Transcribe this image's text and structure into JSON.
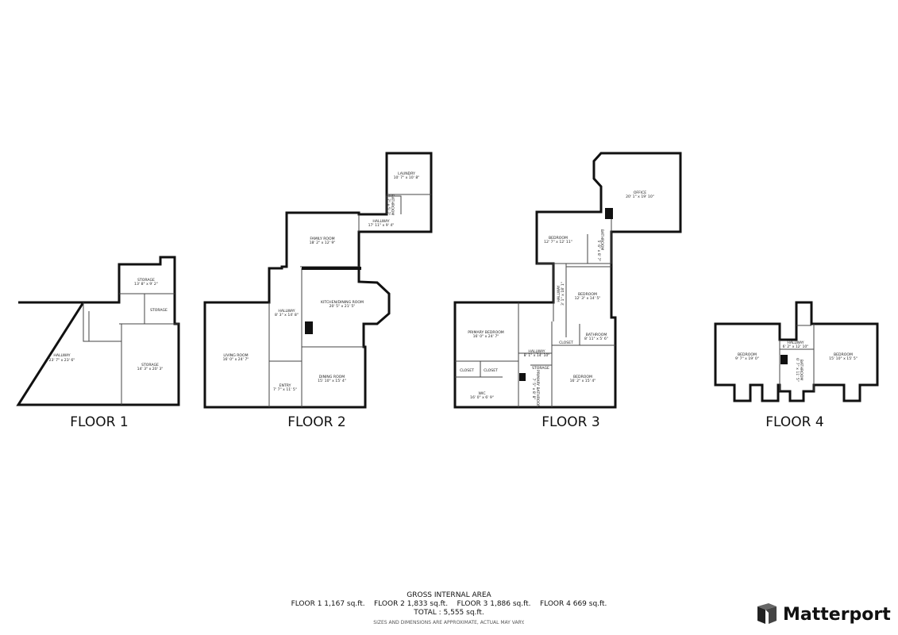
{
  "floors": [
    {
      "title": "FLOOR 1",
      "rooms": [
        {
          "name": "HALLWAY",
          "dims": "23' 7\" x 23' 6\""
        },
        {
          "name": "STORAGE",
          "dims": "13' 8\" x 9' 2\""
        },
        {
          "name": "STORAGE",
          "dims": ""
        },
        {
          "name": "STORAGE",
          "dims": "14' 3\" x 20' 3\""
        }
      ]
    },
    {
      "title": "FLOOR 2",
      "rooms": [
        {
          "name": "LAUNDRY",
          "dims": "10' 7\" x 10' 8\""
        },
        {
          "name": "BATHROOM",
          "dims": "5' 7\" x 5' 7\""
        },
        {
          "name": "HALLWAY",
          "dims": "17' 11\" x 9' 4\""
        },
        {
          "name": "FAMILY ROOM",
          "dims": "18' 2\" x 12' 9\""
        },
        {
          "name": "KITCHEN/DINING ROOM",
          "dims": "20' 5\" x 21' 5\""
        },
        {
          "name": "HALLWAY",
          "dims": "8' 3\" x 14' 8\""
        },
        {
          "name": "LIVING ROOM",
          "dims": "16' 0\" x 24' 7\""
        },
        {
          "name": "ENTRY",
          "dims": "7' 7\" x 11' 5\""
        },
        {
          "name": "DINING ROOM",
          "dims": "15' 10\" x 15' 4\""
        }
      ]
    },
    {
      "title": "FLOOR 3",
      "rooms": [
        {
          "name": "OFFICE",
          "dims": "20' 1\" x 19' 10\""
        },
        {
          "name": "BEDROOM",
          "dims": "12' 7\" x 12' 11\""
        },
        {
          "name": "BATHROOM",
          "dims": "5' 6\" x 8' 7\""
        },
        {
          "name": "HALLWAY",
          "dims": "3' 1\" x 18' 1\""
        },
        {
          "name": "BEDROOM",
          "dims": "12' 3\" x 14' 5\""
        },
        {
          "name": "PRIMARY BEDROOM",
          "dims": "16' 0\" x 24' 7\""
        },
        {
          "name": "CLOSET",
          "dims": ""
        },
        {
          "name": "CLOSET",
          "dims": ""
        },
        {
          "name": "WIC",
          "dims": "16' 0\" x 6' 9\""
        },
        {
          "name": "HALLWAY",
          "dims": "8' 1\" x 14' 10\""
        },
        {
          "name": "STORAGE",
          "dims": ""
        },
        {
          "name": "PRIMARY BATHROOM",
          "dims": "7' 5\" x 8' 8\""
        },
        {
          "name": "CLOSET",
          "dims": ""
        },
        {
          "name": "BATHROOM",
          "dims": "8' 11\" x 5' 6\""
        },
        {
          "name": "BEDROOM",
          "dims": "16' 2\" x 15' 4\""
        }
      ]
    },
    {
      "title": "FLOOR 4",
      "rooms": [
        {
          "name": "BEDROOM",
          "dims": "9' 7\" x 19' 0\""
        },
        {
          "name": "HALLWAY",
          "dims": "6' 2\" x 12' 10\""
        },
        {
          "name": "BATHROOM",
          "dims": "6' 7\" x 11' 5\""
        },
        {
          "name": "BEDROOM",
          "dims": "15' 10\" x 15' 5\""
        }
      ]
    }
  ],
  "footer": {
    "heading": "GROSS INTERNAL AREA",
    "areas": "FLOOR 1 1,167 sq.ft.    FLOOR 2 1,833 sq.ft.    FLOOR 3 1,886 sq.ft.    FLOOR 4 669 sq.ft.",
    "total": "TOTAL :  5,555 sq.ft.",
    "disclaimer": "SIZES AND DIMENSIONS ARE APPROXIMATE, ACTUAL MAY VARY."
  },
  "brand": {
    "name": "Matterport",
    "icon": "matterport-logo-icon"
  }
}
